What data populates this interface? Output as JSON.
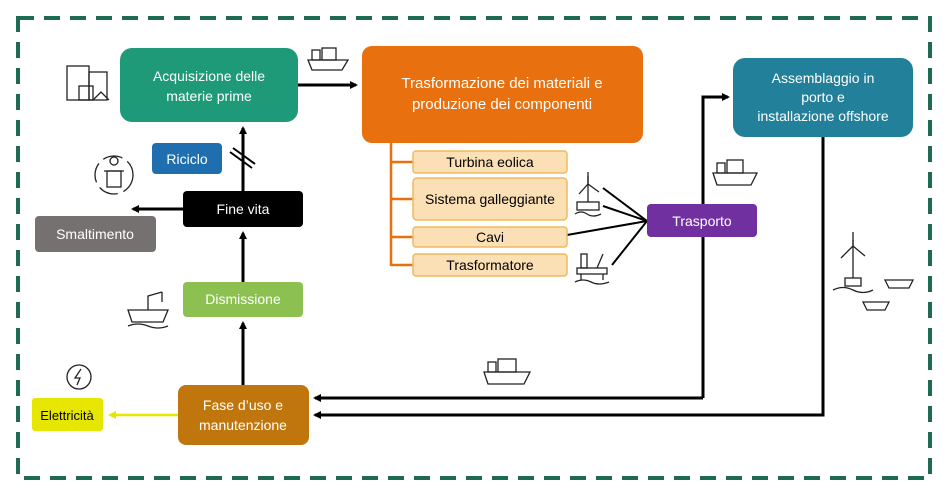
{
  "nodes": {
    "raw_materials": {
      "line1": "Acquisizione delle",
      "line2": "materie prime",
      "color": "#1f9a78"
    },
    "manufacturing": {
      "line1": "Trasformazione dei materiali e",
      "line2": "produzione dei componenti",
      "color": "#e8700f"
    },
    "assembly": {
      "line1": "Assemblaggio in",
      "line2": "porto e",
      "line3": "installazione offshore",
      "color": "#23809a"
    },
    "recycling": {
      "label": "Riciclo",
      "color": "#1f6fb0"
    },
    "end_of_life": {
      "label": "Fine vita",
      "color": "#000000"
    },
    "disposal": {
      "label": "Smaltimento",
      "color": "#767171"
    },
    "decommissioning": {
      "label": "Dismissione",
      "color": "#8cc152"
    },
    "use_phase": {
      "line1": "Fase d’uso e",
      "line2": "manutenzione",
      "color": "#c0760d"
    },
    "electricity": {
      "label": "Elettricità",
      "color": "#e6e600"
    },
    "transport": {
      "label": "Trasporto",
      "color": "#7030a0"
    }
  },
  "components": [
    "Turbina eolica",
    "Sistema galleggiante",
    "Cavi",
    "Trasformatore"
  ],
  "icons": [
    "warehouse-icon",
    "cargo-ship-icon",
    "recycle-bin-icon",
    "wind-turbine-icon",
    "offshore-platform-icon",
    "electricity-icon",
    "crane-ship-icon",
    "floating-turbine-icon"
  ]
}
